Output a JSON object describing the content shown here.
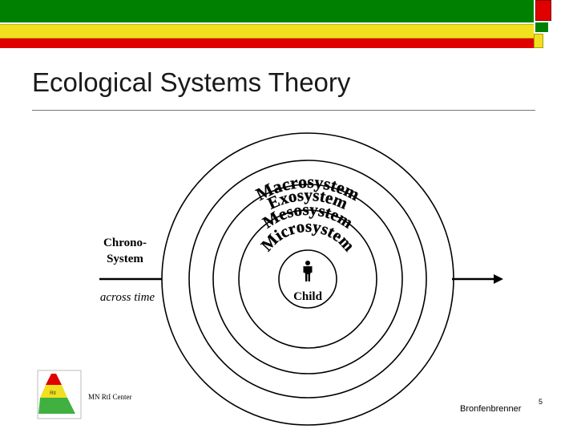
{
  "slide": {
    "title": "Ecological Systems Theory",
    "page_number": "5",
    "footer_left": "MN RtI Center",
    "footer_right": "Bronfenbrenner"
  },
  "diagram": {
    "systems": [
      "Macrosystem",
      "Exosystem",
      "Mesosystem",
      "Microsystem"
    ],
    "center_label": "Child",
    "center_icon": "person-icon",
    "chrono_label_line1": "Chrono-",
    "chrono_label_line2": "System",
    "time_label": "across time"
  },
  "colors": {
    "green": "#008000",
    "yellow": "#f0e020",
    "red": "#e00000",
    "ink": "#000000"
  },
  "logo": {
    "text": "RtI",
    "icon": "pyramid-logo-icon"
  }
}
